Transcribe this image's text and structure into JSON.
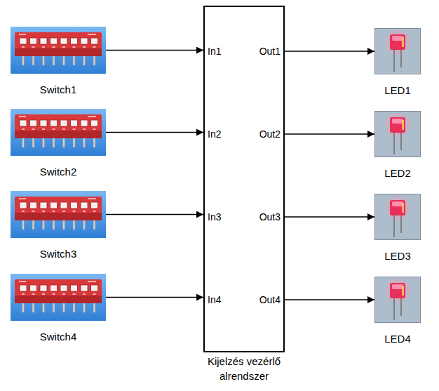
{
  "diagram": {
    "nodes": [
      {
        "text": [
          "Switch1"
        ]
      },
      {
        "text": [
          "Switch2"
        ]
      },
      {
        "text": [
          "Switch3"
        ]
      },
      {
        "text": [
          "Switch4"
        ]
      },
      {
        "text": [
          "Kijelzés vezérlő alrendszer",
          "In1",
          "In2",
          "In3",
          "In4",
          "Out1",
          "Out2",
          "Out3",
          "Out4"
        ]
      },
      {
        "text": [
          "LED1"
        ]
      },
      {
        "text": [
          "LED2"
        ]
      },
      {
        "text": [
          "LED3"
        ]
      },
      {
        "text": [
          "LED4"
        ]
      }
    ],
    "edges": [
      {
        "from": 0,
        "to": 4,
        "arrow": "to"
      },
      {
        "from": 1,
        "to": 4,
        "arrow": "to"
      },
      {
        "from": 2,
        "to": 4,
        "arrow": "to"
      },
      {
        "from": 3,
        "to": 4,
        "arrow": "to"
      },
      {
        "from": 4,
        "to": 5,
        "arrow": "to"
      },
      {
        "from": 4,
        "to": 6,
        "arrow": "to"
      },
      {
        "from": 4,
        "to": 7,
        "arrow": "to"
      },
      {
        "from": 4,
        "to": 8,
        "arrow": "to"
      }
    ]
  }
}
